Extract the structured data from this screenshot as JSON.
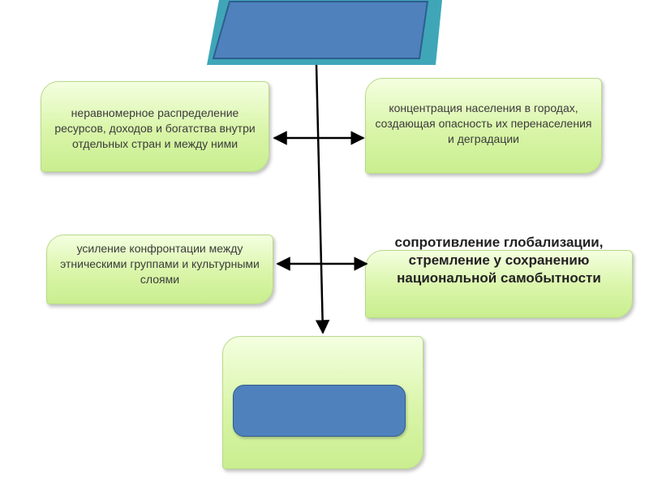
{
  "diagram": {
    "boxes": {
      "uneven_distribution": "неравномерное распределение ресурсов, доходов и богатства внутри отдельных стран и между ними",
      "urban_concentration": "концентрация населения в городах, создающая опасность их перенаселения и деградации",
      "ethnic_confrontation": "усиление конфронтации между этническими группами и культурными слоями",
      "globalization_resistance": "сопротивление глобализации, стремление у сохранению национальной самобытности"
    },
    "colors": {
      "box_fill": "#d9f5a8",
      "box_border": "#b8d98a",
      "blue_shape": "#4f81bd",
      "teal_shadow": "#3fa6b8",
      "arrow": "#000000"
    }
  }
}
